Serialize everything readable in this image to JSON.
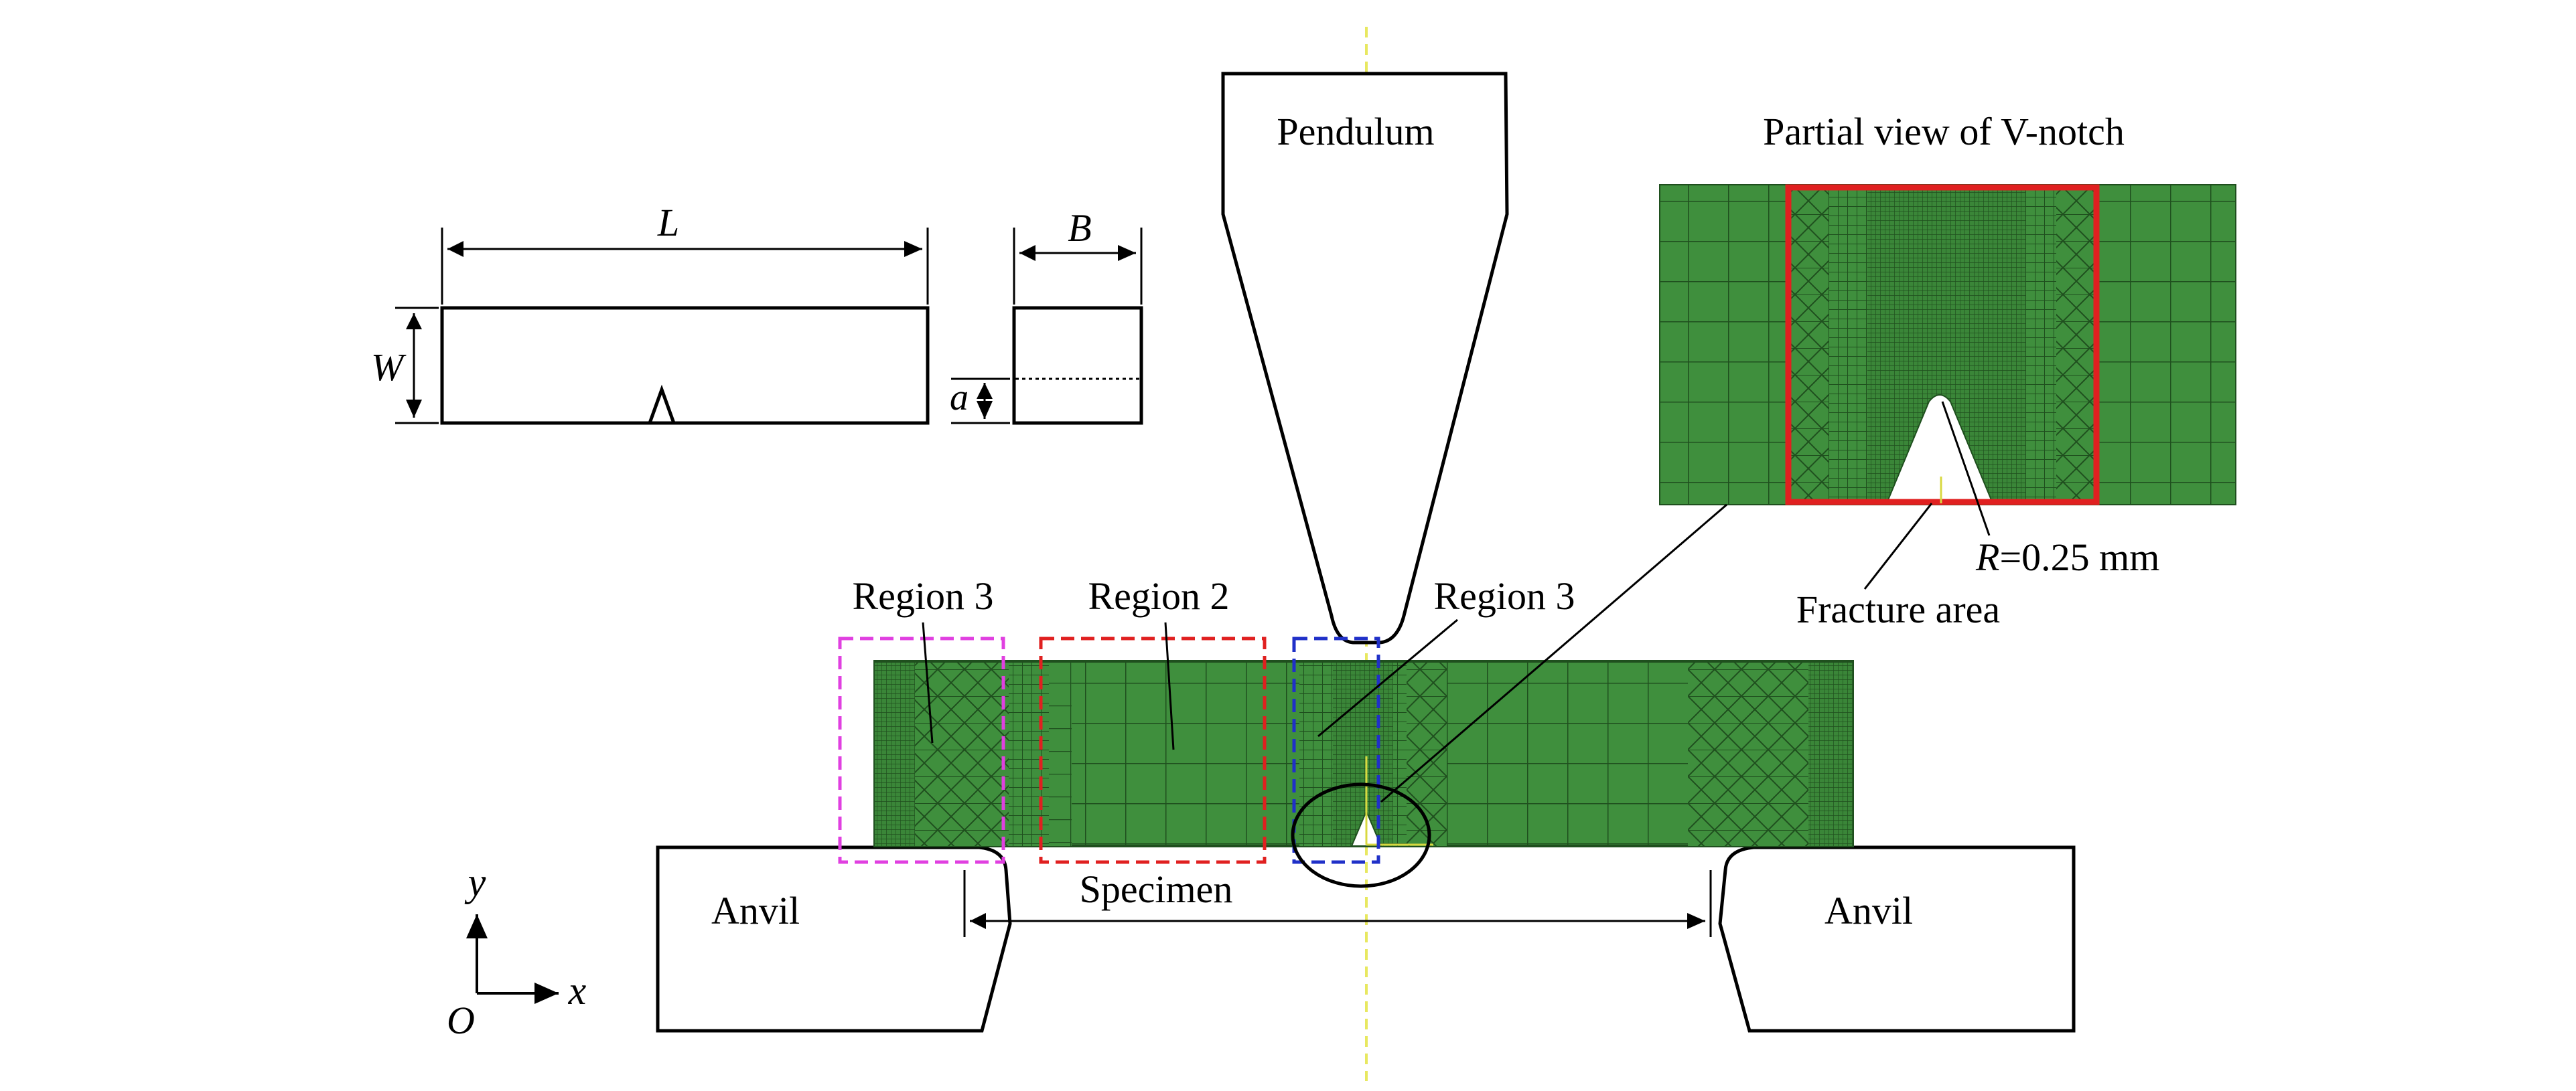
{
  "dimensions": {
    "length": "L",
    "width": "W",
    "thickness": "B",
    "notch_depth": "a"
  },
  "labels": {
    "pendulum": "Pendulum",
    "partial_view": "Partial view of V-notch",
    "region3_left": "Region 3",
    "region2": "Region 2",
    "region3_center": "Region 3",
    "specimen": "Specimen",
    "anvil_left": "Anvil",
    "anvil_right": "Anvil",
    "fracture_area": "Fracture area",
    "radius_symbol": "R",
    "radius_value": "=0.25 mm"
  },
  "axes": {
    "y": "y",
    "x": "x",
    "origin": "O"
  },
  "colors": {
    "mesh_green": "#3f8f3d",
    "mesh_line": "#1f4f1e",
    "region3_box": "#e040e0",
    "region2_box": "#e02020",
    "region3_center_box": "#2030c8",
    "zoom_frame": "#e02020",
    "symmetry_line": "#e8e860"
  }
}
